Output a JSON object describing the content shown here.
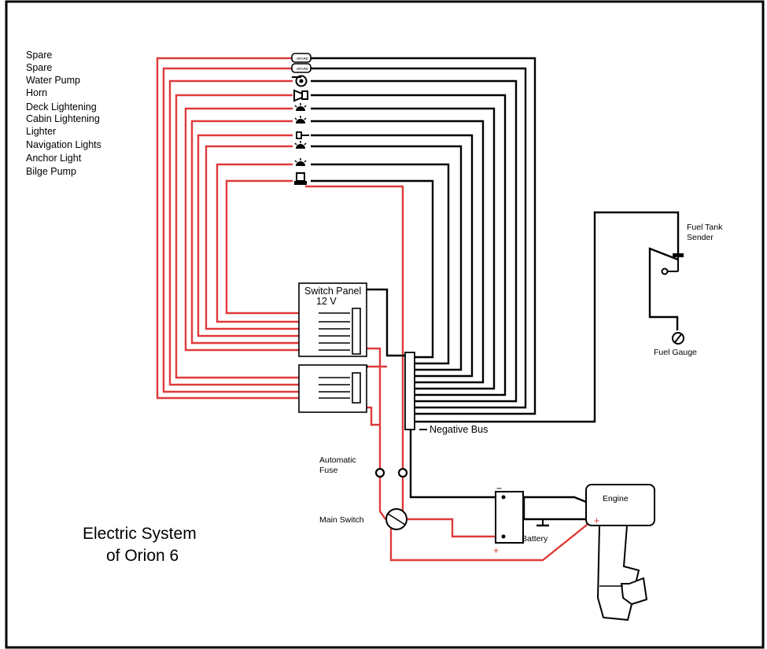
{
  "title": {
    "line1": "Electric System",
    "line2": "of Orion 6"
  },
  "consumers": [
    "Spare",
    "Spare",
    "Water Pump",
    "Horn",
    "Deck Lightening",
    "Cabin Lightening",
    "Lighter",
    "Navigation Lights",
    "Anchor Light",
    "Bilge Pump"
  ],
  "spare_tag": "SPARE",
  "switch_panel": {
    "label": "Switch Panel",
    "voltage": "12 V"
  },
  "negative_bus": "Negative Bus",
  "automatic_fuse": {
    "line1": "Automatic",
    "line2": "Fuse"
  },
  "main_switch": "Main Switch",
  "battery": {
    "label": "Battery",
    "minus": "−",
    "plus": "+"
  },
  "engine": {
    "label": "Engine",
    "plus": "+"
  },
  "fuel_tank_sender": {
    "line1": "Fuel Tank",
    "line2": "Sender"
  },
  "fuel_gauge": "Fuel Gauge",
  "colors": {
    "positive": "#e03a3a",
    "negative": "#000000"
  }
}
